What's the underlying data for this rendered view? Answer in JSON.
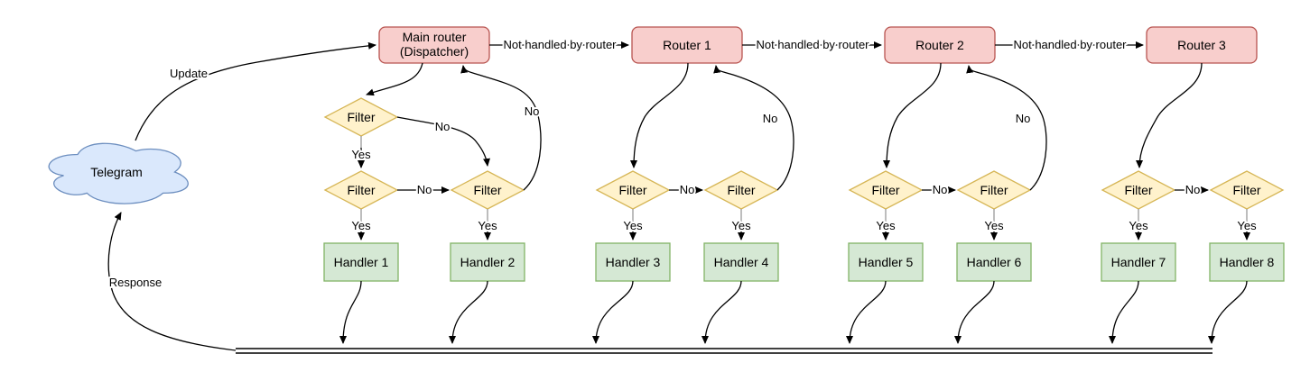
{
  "colors": {
    "cloud_fill": "#dae8fc",
    "cloud_stroke": "#6c8ebf",
    "router_fill": "#f8cecc",
    "router_stroke": "#b85450",
    "filter_fill": "#fff2cc",
    "filter_stroke": "#d6b656",
    "handler_fill": "#d5e8d4",
    "handler_stroke": "#82b366",
    "edge": "#000000",
    "stub": "#999999"
  },
  "labels": {
    "cloud": "Telegram",
    "update": "Update",
    "response": "Response",
    "yes": "Yes",
    "no": "No",
    "not_handled": "Not handled by router",
    "filter": "Filter"
  },
  "routers": [
    {
      "label_line1": "Main router",
      "label_line2": "(Dispatcher)"
    },
    {
      "label": "Router 1"
    },
    {
      "label": "Router 2"
    },
    {
      "label": "Router 3"
    }
  ],
  "handlers": [
    {
      "label": "Handler 1"
    },
    {
      "label": "Handler 2"
    },
    {
      "label": "Handler 3"
    },
    {
      "label": "Handler 4"
    },
    {
      "label": "Handler 5"
    },
    {
      "label": "Handler 6"
    },
    {
      "label": "Handler 7"
    },
    {
      "label": "Handler 8"
    }
  ]
}
